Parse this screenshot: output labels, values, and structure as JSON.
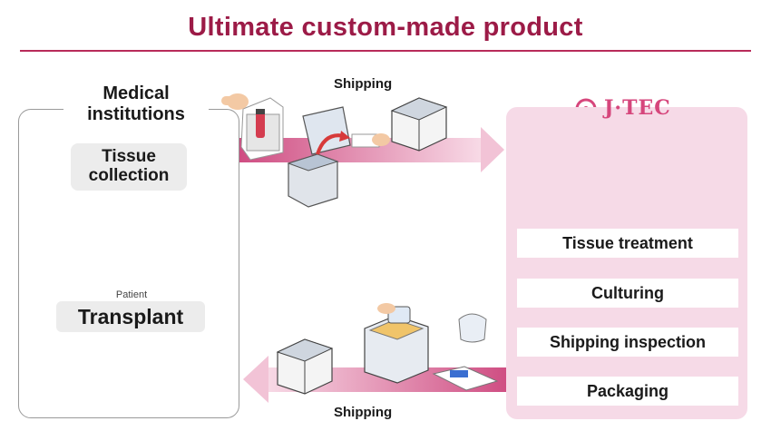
{
  "title": "Ultimate custom-made product",
  "medical": {
    "title": "Medical institutions",
    "tissue_collection": "Tissue collection",
    "patient": "Patient",
    "transplant": "Transplant"
  },
  "company": {
    "logo_text": "J·TEC",
    "steps": [
      "Tissue treatment",
      "Culturing",
      "Shipping inspection",
      "Packaging"
    ]
  },
  "shipping": {
    "top_label": "Shipping",
    "bottom_label": "Shipping"
  },
  "colors": {
    "title": "#9c1b47",
    "accent": "#d6467c",
    "panel_bg": "#f6dae7",
    "arrow": "#e58db0",
    "patient_icon": "#b3184f"
  }
}
